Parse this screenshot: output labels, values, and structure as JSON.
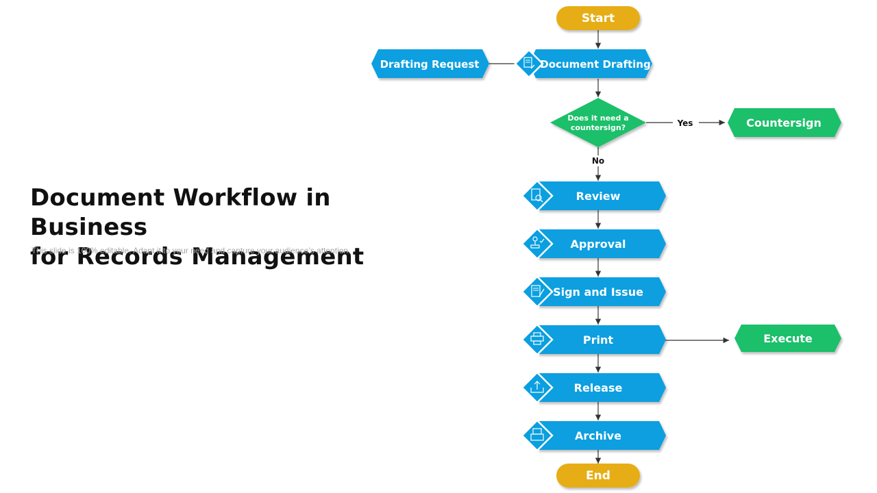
{
  "slide": {
    "title_line1": "Document Workflow in Business",
    "title_line2": "for Records Management",
    "subtitle": "This slide is 100% editable. Adapt it to your need and capture your audience’s attention."
  },
  "flow": {
    "start": "Start",
    "drafting_request": "Drafting Request",
    "document_drafting": "Document Drafting",
    "decision_line1": "Does it need a",
    "decision_line2": "countersign?",
    "yes": "Yes",
    "no": "No",
    "countersign": "Countersign",
    "review": "Review",
    "approval": "Approval",
    "sign_and_issue": "Sign and Issue",
    "print": "Print",
    "execute": "Execute",
    "release": "Release",
    "archive": "Archive",
    "end": "End"
  },
  "colors": {
    "blue": "#0a9fe0",
    "green": "#1fbf6a",
    "gold": "#e6ad12",
    "connector": "#333333"
  },
  "icons": {
    "document_drafting": "document-pen-icon",
    "review": "document-search-icon",
    "approval": "stamp-icon",
    "sign_and_issue": "document-sign-icon",
    "print": "printer-icon",
    "release": "upload-tray-icon",
    "archive": "archive-box-icon"
  }
}
